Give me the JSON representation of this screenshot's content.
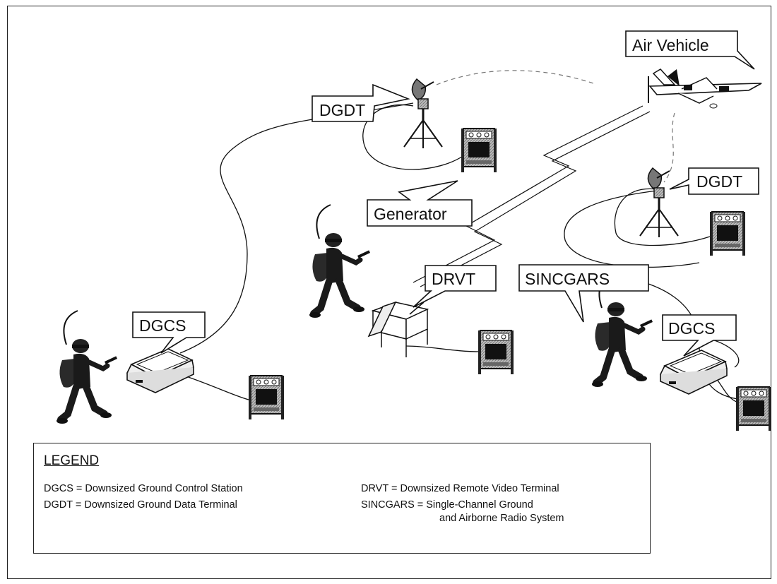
{
  "callouts": {
    "air_vehicle": "Air Vehicle",
    "dgdt_top": "DGDT",
    "dgdt_right": "DGDT",
    "generator": "Generator",
    "drvt": "DRVT",
    "sincgars": "SINCGARS",
    "dgcs_left": "DGCS",
    "dgcs_right": "DGCS"
  },
  "legend": {
    "title": "LEGEND",
    "items": [
      "DGCS = Downsized Ground Control Station",
      "DGDT = Downsized Ground Data Terminal",
      "DRVT = Downsized Remote Video Terminal",
      "SINCGARS = Single-Channel Ground",
      "and Airborne Radio System"
    ]
  },
  "icons": {
    "aircraft": "air-vehicle-icon",
    "antenna": "antenna-tripod-icon",
    "generator": "generator-icon",
    "soldier": "soldier-icon",
    "laptop": "laptop-case-icon",
    "video_terminal": "video-terminal-icon",
    "datalink": "lightning-datalink-icon"
  },
  "colors": {
    "line": "#111111",
    "equipment": "#1a1a1a",
    "shade": "#9a9a9a"
  }
}
